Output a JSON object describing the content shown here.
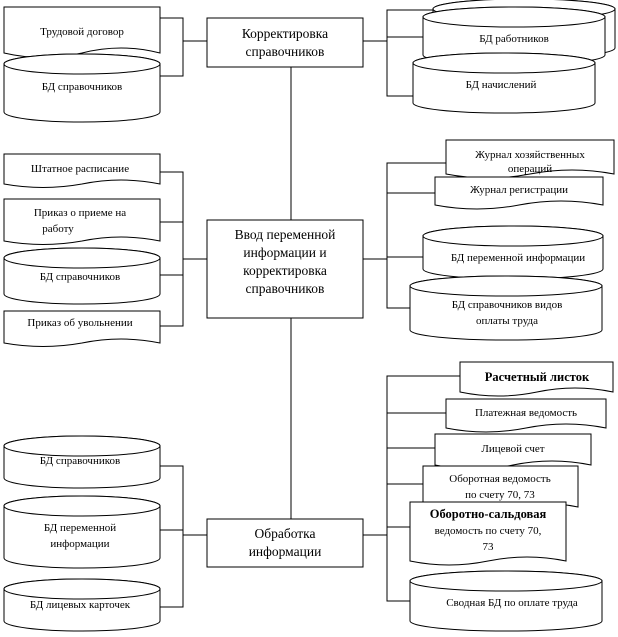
{
  "processes": {
    "correction": [
      "Корректировка",
      "справочников"
    ],
    "input": [
      "Ввод переменной",
      "информации и",
      "корректировка",
      "справочников"
    ],
    "processing": [
      "Обработка",
      "информации"
    ]
  },
  "top_left": {
    "labor_contract": "Трудовой договор",
    "db_directories": "БД справочников"
  },
  "top_right": {
    "db_employees": "БД работников",
    "db_accruals": "БД начислений"
  },
  "mid_left": {
    "staff_schedule": "Штатное расписание",
    "hiring_order": [
      "Приказ о приеме на",
      "работу"
    ],
    "db_directories": "БД справочников",
    "dismissal_order": "Приказ об увольнении"
  },
  "mid_right": {
    "business_journal": [
      "Журнал хозяйственных",
      "операций"
    ],
    "registration_journal": "Журнал регистрации",
    "db_variable_info": "БД переменной информации",
    "db_payment_types": [
      "БД справочников видов",
      "оплаты труда"
    ]
  },
  "bottom_left": {
    "db_directories": "БД справочников",
    "db_variable_info": [
      "БД переменной",
      "информации"
    ],
    "db_personal_cards": "БД лицевых карточек"
  },
  "bottom_right": {
    "payslip": "Расчетный листок",
    "payroll": "Платежная ведомость",
    "personal_account": "Лицевой счет",
    "turnover_statement": [
      "Оборотная ведомость",
      "по счету  70, 73"
    ],
    "turnover_balance": [
      "Оборотно-сальдовая",
      "ведомость по счету 70,",
      "73"
    ],
    "summary_db": "Сводная БД  по оплате труда"
  }
}
